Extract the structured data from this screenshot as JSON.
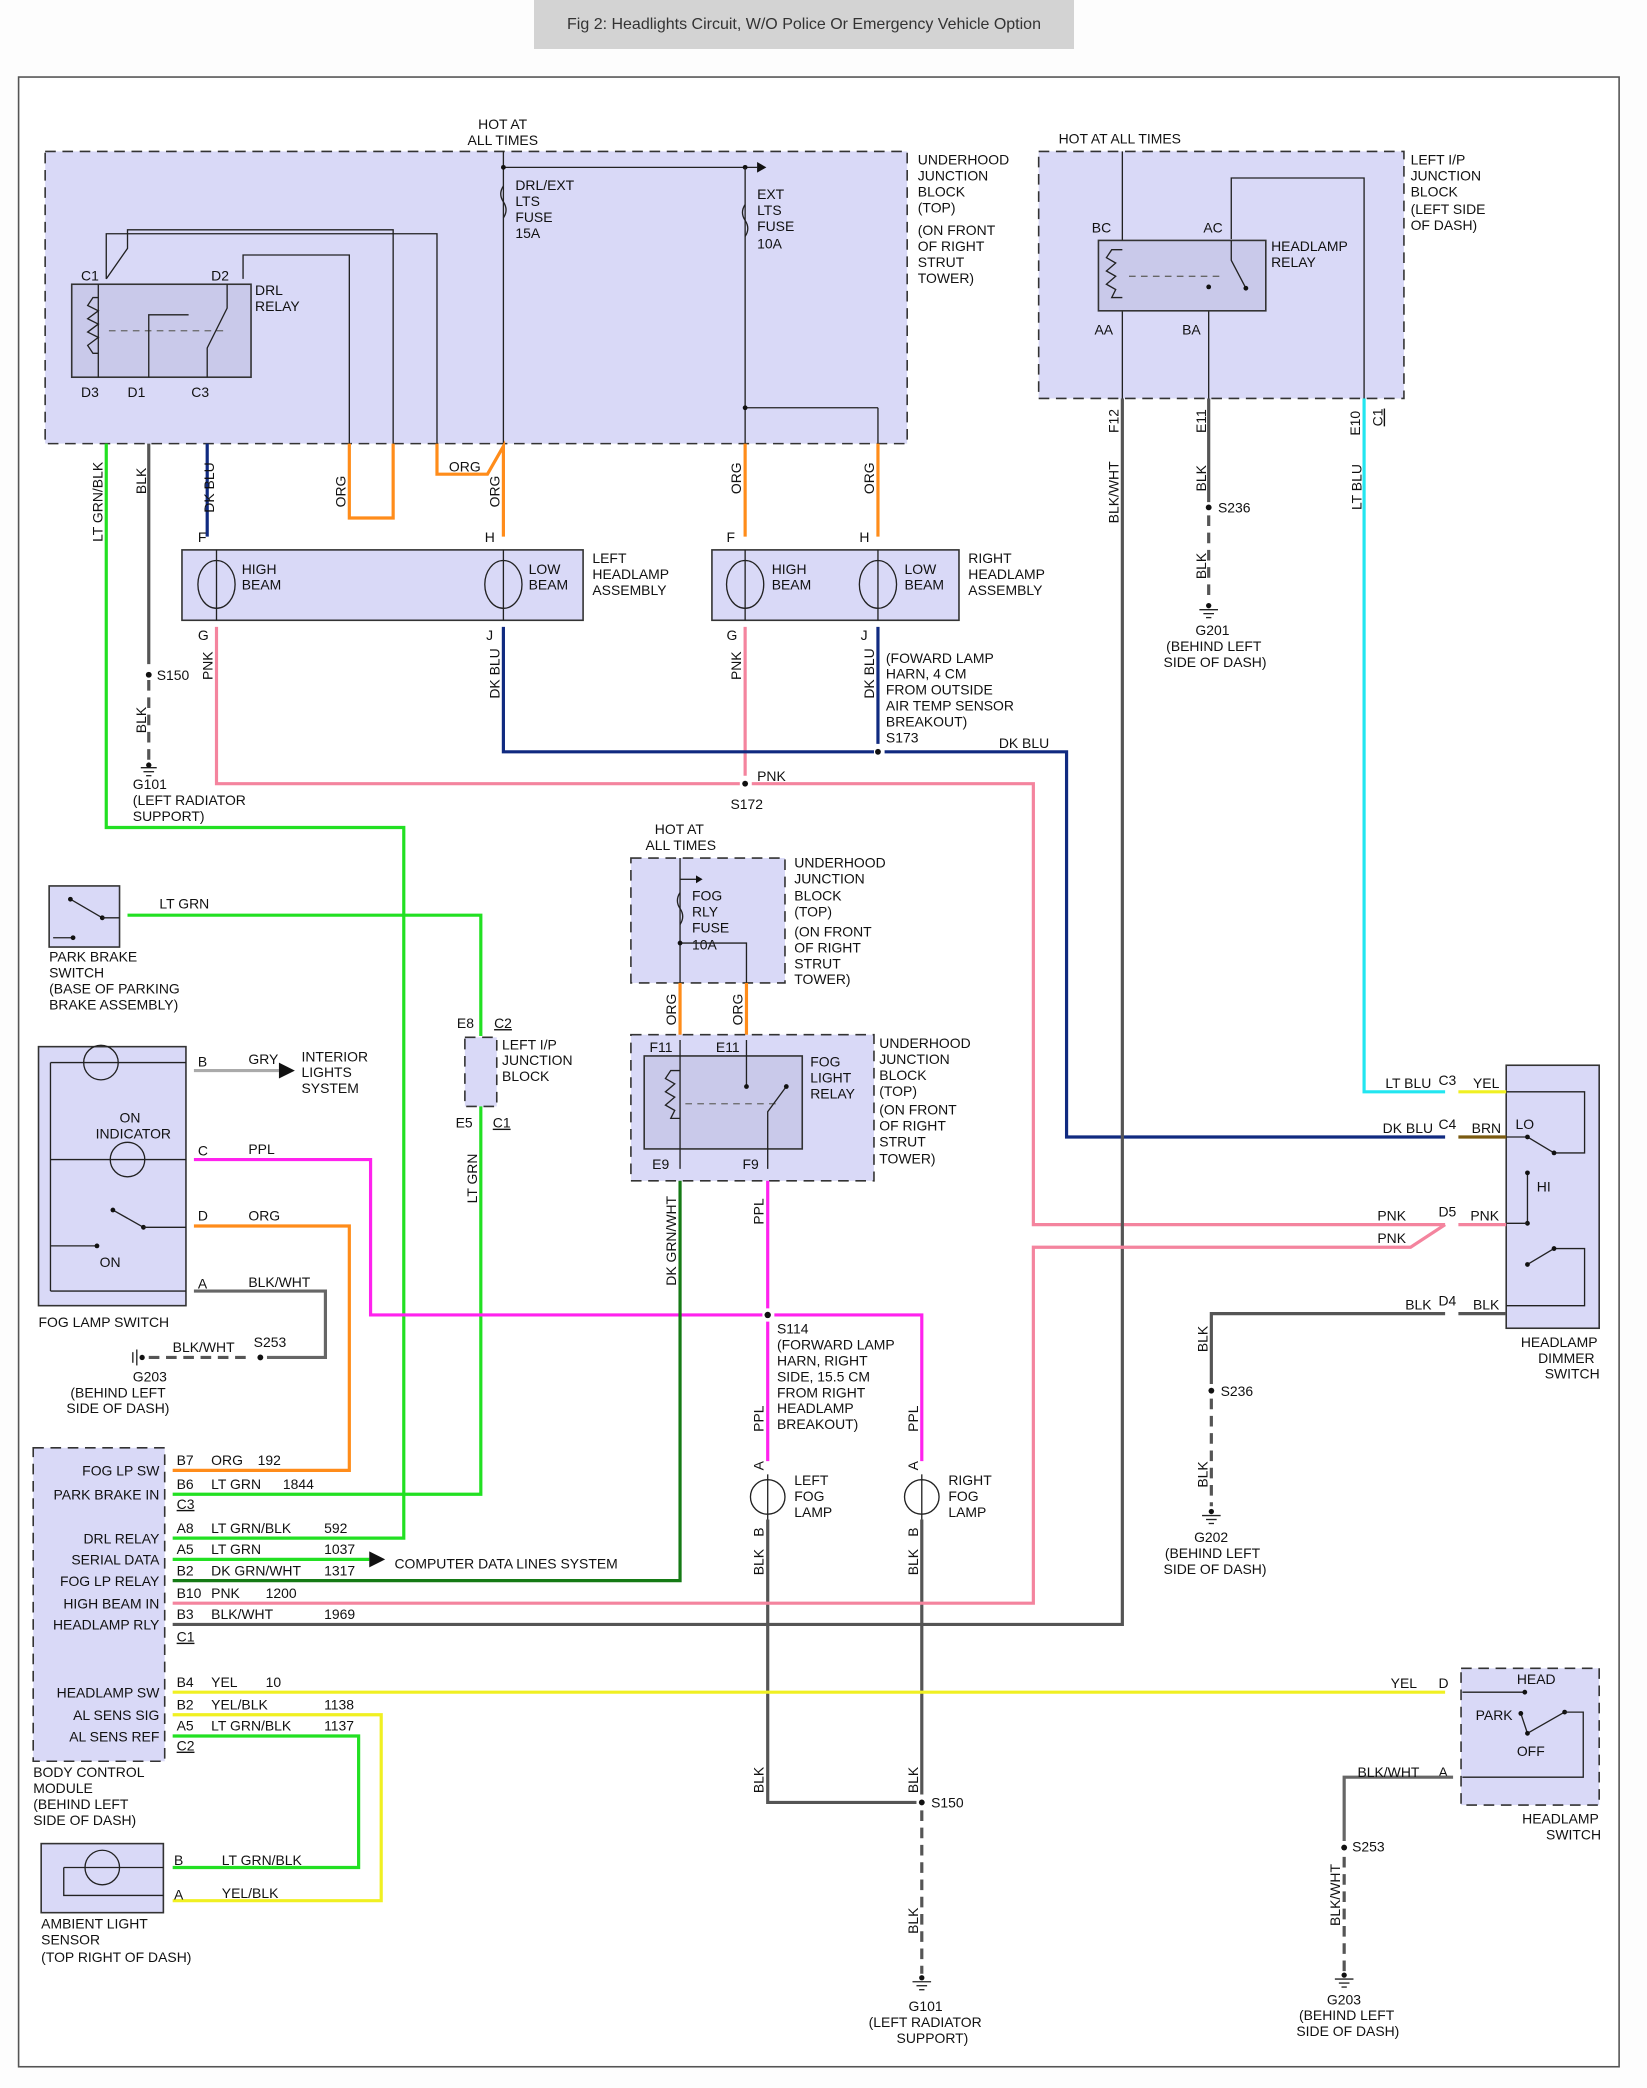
{
  "title": "Fig 2: Headlights Circuit, W/O Police Or Emergency Vehicle Option",
  "colors": {
    "block_fill": "#d9d9f7",
    "org": "#ff8c1a",
    "dk_blu": "#102a80",
    "lt_grn": "#22e022",
    "dk_grn": "#157a15",
    "pnk": "#f4849e",
    "ppl": "#ff22ee",
    "lt_blu": "#22e6f0",
    "yel": "#f0f022",
    "blk": "#555555",
    "brn": "#7a5a10",
    "gry": "#aaaaaa"
  },
  "labels": {
    "hot_all_times_1a": "HOT AT",
    "hot_all_times_1b": "ALL TIMES",
    "hot_all_times_2": "HOT AT ALL TIMES",
    "hot_all_times_3a": "HOT AT",
    "hot_all_times_3b": "ALL TIMES",
    "uh_block_lines": [
      "UNDERHOOD",
      "JUNCTION",
      "BLOCK",
      "(TOP)",
      "(ON FRONT",
      "OF RIGHT",
      "STRUT",
      "TOWER)"
    ],
    "lip_block_lines": [
      "LEFT I/P",
      "JUNCTION",
      "BLOCK",
      "(LEFT SIDE",
      "OF DASH)"
    ],
    "drl_fuse": [
      "DRL/EXT",
      "LTS",
      "FUSE",
      "15A"
    ],
    "ext_fuse": [
      "EXT",
      "LTS",
      "FUSE",
      "10A"
    ],
    "drl_relay": [
      "DRL",
      "RELAY"
    ],
    "headlamp_relay": [
      "HEADLAMP",
      "RELAY"
    ],
    "drl_pins": {
      "c1": "C1",
      "d2": "D2",
      "d3": "D3",
      "d1": "D1",
      "c3": "C3"
    },
    "hl_relay_pins": {
      "bc": "BC",
      "ac": "AC",
      "aa": "AA",
      "ba": "BA"
    },
    "lip_pins": {
      "f12": "F12",
      "e11": "E11",
      "e10": "E10",
      "c1": "C1"
    },
    "wire_lt_grn_blk": "LT GRN/BLK",
    "wire_blk": "BLK",
    "wire_dk_blu": "DK BLU",
    "wire_org": "ORG",
    "wire_pnk": "PNK",
    "wire_blk_wht": "BLK/WHT",
    "wire_lt_blu": "LT BLU",
    "wire_lt_grn": "LT GRN",
    "wire_gry": "GRY",
    "wire_ppl": "PPL",
    "wire_dk_grn_wht": "DK GRN/WHT",
    "wire_yel": "YEL",
    "wire_brn": "BRN",
    "wire_yel_blk": "YEL/BLK",
    "left_headlamp": [
      "LEFT",
      "HEADLAMP",
      "ASSEMBLY"
    ],
    "right_headlamp": [
      "RIGHT",
      "HEADLAMP",
      "ASSEMBLY"
    ],
    "high_beam": [
      "HIGH",
      "BEAM"
    ],
    "low_beam": [
      "LOW",
      "BEAM"
    ],
    "lamp_pins": {
      "f": "F",
      "h": "H",
      "g": "G",
      "j": "J"
    },
    "s173_note": [
      "(FOWARD LAMP",
      "HARN, 4 CM",
      "FROM OUTSIDE",
      "AIR TEMP SENSOR",
      "BREAKOUT)",
      "S173"
    ],
    "s150": "S150",
    "s172": "S172",
    "g101": [
      "G101",
      "(LEFT RADIATOR",
      "SUPPORT)"
    ],
    "s236": "S236",
    "g201": [
      "G201",
      "(BEHIND LEFT",
      "SIDE OF DASH)"
    ],
    "g202": [
      "G202",
      "(BEHIND LEFT",
      "SIDE OF DASH)"
    ],
    "g203": [
      "G203",
      "(BEHIND LEFT",
      "SIDE OF DASH)"
    ],
    "s253": "S253",
    "park_brake": [
      "PARK BRAKE",
      "SWITCH",
      "(BASE OF PARKING",
      "BRAKE ASSEMBLY)"
    ],
    "fog_switch": "FOG LAMP SWITCH",
    "fog_switch_pins": {
      "b": "B",
      "c": "C",
      "d": "D",
      "a": "A"
    },
    "on_indicator": [
      "ON",
      "INDICATOR"
    ],
    "on": "ON",
    "interior_lights": [
      "INTERIOR",
      "LIGHTS",
      "SYSTEM"
    ],
    "lip_small": [
      "LEFT I/P",
      "JUNCTION",
      "BLOCK"
    ],
    "lip_small_pins": {
      "e8": "E8",
      "c2": "C2",
      "e5": "E5",
      "c1": "C1"
    },
    "fog_fuse": [
      "FOG",
      "RLY",
      "FUSE",
      "10A"
    ],
    "fog_relay": [
      "FOG",
      "LIGHT",
      "RELAY"
    ],
    "fog_relay_pins": {
      "f11": "F11",
      "e11": "E11",
      "e9": "E9",
      "f9": "F9"
    },
    "s114_note": [
      "S114",
      "(FORWARD LAMP",
      "HARN, RIGHT",
      "SIDE, 15.5 CM",
      "FROM RIGHT",
      "HEADLAMP",
      "BREAKOUT)"
    ],
    "left_fog": [
      "LEFT",
      "FOG",
      "LAMP"
    ],
    "right_fog": [
      "RIGHT",
      "FOG",
      "LAMP"
    ],
    "fog_pins": {
      "a": "A",
      "b": "B"
    },
    "dimmer": [
      "HEADLAMP",
      "DIMMER",
      "SWITCH"
    ],
    "dimmer_pins": {
      "c3": "C3",
      "c4": "C4",
      "d5": "D5",
      "d4": "D4"
    },
    "dimmer_lo": "LO",
    "dimmer_hi": "HI",
    "bcm_rows": [
      {
        "name": "FOG LP SW",
        "pin": "B7",
        "wire": "ORG",
        "ckt": "192"
      },
      {
        "name": "PARK BRAKE IN",
        "pin": "B6",
        "wire": "LT GRN",
        "ckt": "1844"
      },
      {
        "name": "DRL RELAY",
        "pin": "A8",
        "wire": "LT GRN/BLK",
        "ckt": "592"
      },
      {
        "name": "SERIAL DATA",
        "pin": "A5",
        "wire": "LT GRN",
        "ckt": "1037"
      },
      {
        "name": "FOG LP RELAY",
        "pin": "B2",
        "wire": "DK GRN/WHT",
        "ckt": "1317"
      },
      {
        "name": "HIGH BEAM IN",
        "pin": "B10",
        "wire": "PNK",
        "ckt": "1200"
      },
      {
        "name": "HEADLAMP RLY",
        "pin": "B3",
        "wire": "BLK/WHT",
        "ckt": "1969"
      },
      {
        "name": "HEADLAMP SW",
        "pin": "B4",
        "wire": "YEL",
        "ckt": "10"
      },
      {
        "name": "AL SENS SIG",
        "pin": "B2",
        "wire": "YEL/BLK",
        "ckt": "1138"
      },
      {
        "name": "AL SENS REF",
        "pin": "A5",
        "wire": "LT GRN/BLK",
        "ckt": "1137"
      }
    ],
    "bcm_connectors": {
      "c3": "C3",
      "c1": "C1",
      "c2": "C2"
    },
    "computer_data": "COMPUTER DATA LINES SYSTEM",
    "bcm": [
      "BODY CONTROL",
      "MODULE",
      "(BEHIND LEFT",
      "SIDE OF DASH)"
    ],
    "als": [
      "AMBIENT LIGHT",
      "SENSOR",
      "(TOP RIGHT OF DASH)"
    ],
    "als_pins": {
      "b": "B",
      "a": "A"
    },
    "hl_switch": [
      "HEADLAMP",
      "SWITCH"
    ],
    "hl_switch_pos": {
      "head": "HEAD",
      "park": "PARK",
      "off": "OFF"
    },
    "hl_switch_pins": {
      "d": "D",
      "a": "A"
    }
  }
}
